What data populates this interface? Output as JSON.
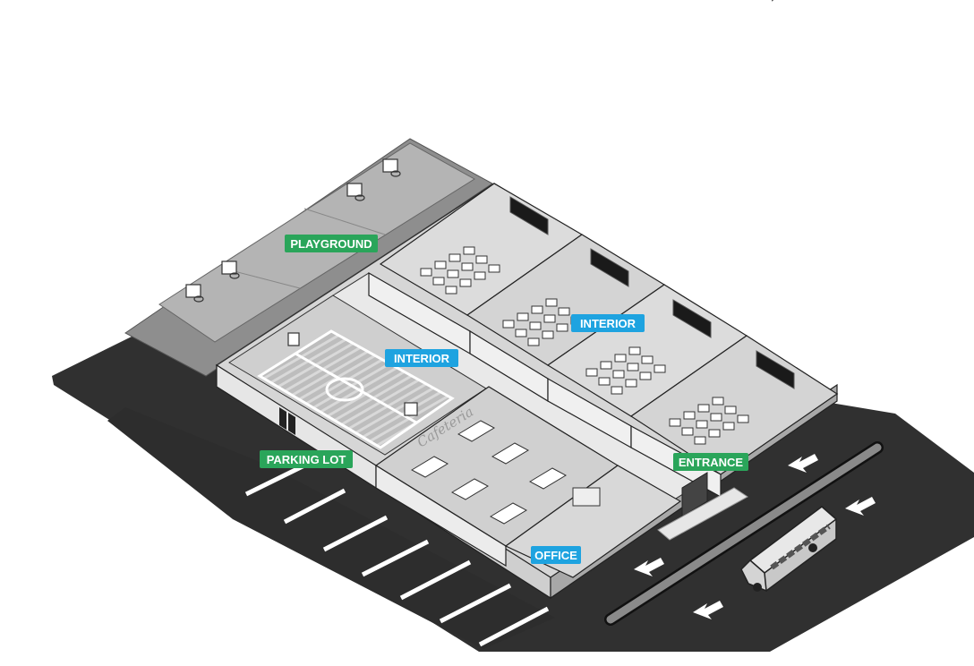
{
  "labels": {
    "playground": "PLAYGROUND",
    "interior_hall": "INTERIOR",
    "interior_classrooms": "INTERIOR",
    "parking_lot": "PARKING LOT",
    "entrance": "ENTRANCE",
    "office": "OFFICE"
  },
  "signs": {
    "cafeteria": "Cafeteria"
  },
  "colors": {
    "outdoor_label": "#2aa55a",
    "interior_label": "#1ea3e0",
    "asphalt": "#2f2f2f",
    "playground": "#9b9b9b",
    "floor": "#dedede"
  }
}
